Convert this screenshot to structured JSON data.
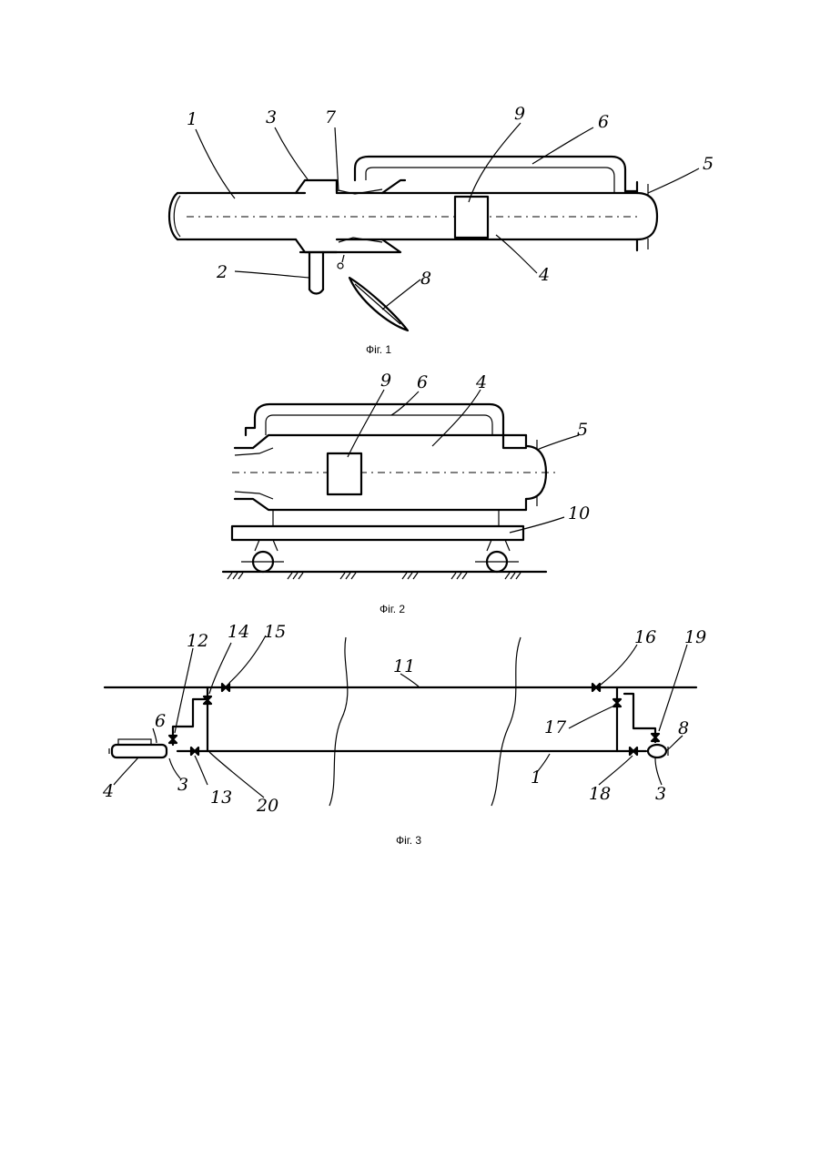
{
  "figures": [
    {
      "caption": "Фіг. 1",
      "labels": {
        "l1": "1",
        "l2": "2",
        "l3": "3",
        "l4": "4",
        "l5": "5",
        "l6": "6",
        "l7": "7",
        "l8": "8",
        "l9": "9"
      }
    },
    {
      "caption": "Фіг. 2",
      "labels": {
        "l4": "4",
        "l5": "5",
        "l6": "6",
        "l9": "9",
        "l10": "10"
      }
    },
    {
      "caption": "Фіг. 3",
      "labels": {
        "l1": "1",
        "l3a": "3",
        "l3b": "3",
        "l4": "4",
        "l6": "6",
        "l8": "8",
        "l11": "11",
        "l12": "12",
        "l13": "13",
        "l14": "14",
        "l15": "15",
        "l16": "16",
        "l17": "17",
        "l18": "18",
        "l19": "19",
        "l20": "20"
      }
    }
  ],
  "colors": {
    "ink": "#000000",
    "paper": "#ffffff"
  }
}
